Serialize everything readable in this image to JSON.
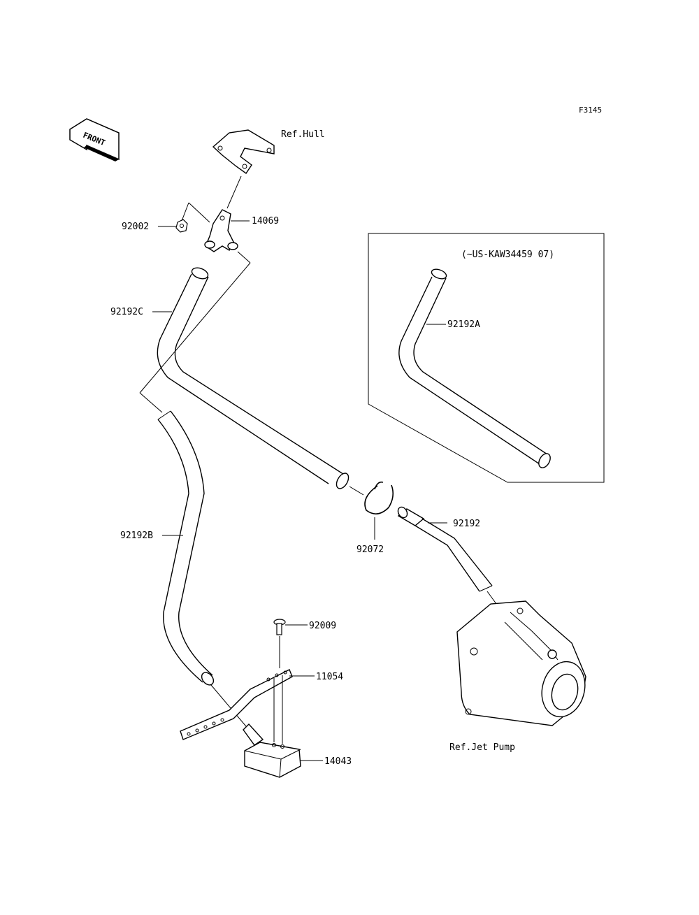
{
  "figure_code": "F3145",
  "front_label": "FRONT",
  "references": {
    "hull": "Ref.Hull",
    "jet_pump": "Ref.Jet Pump"
  },
  "inset": {
    "note": "(~US-KAW34459  07)",
    "part": "92192A"
  },
  "parts": {
    "p92002": "92002",
    "p14069": "14069",
    "p92192C": "92192C",
    "p92192B": "92192B",
    "p92072": "92072",
    "p92192": "92192",
    "p92009": "92009",
    "p11054": "11054",
    "p14043": "14043"
  }
}
